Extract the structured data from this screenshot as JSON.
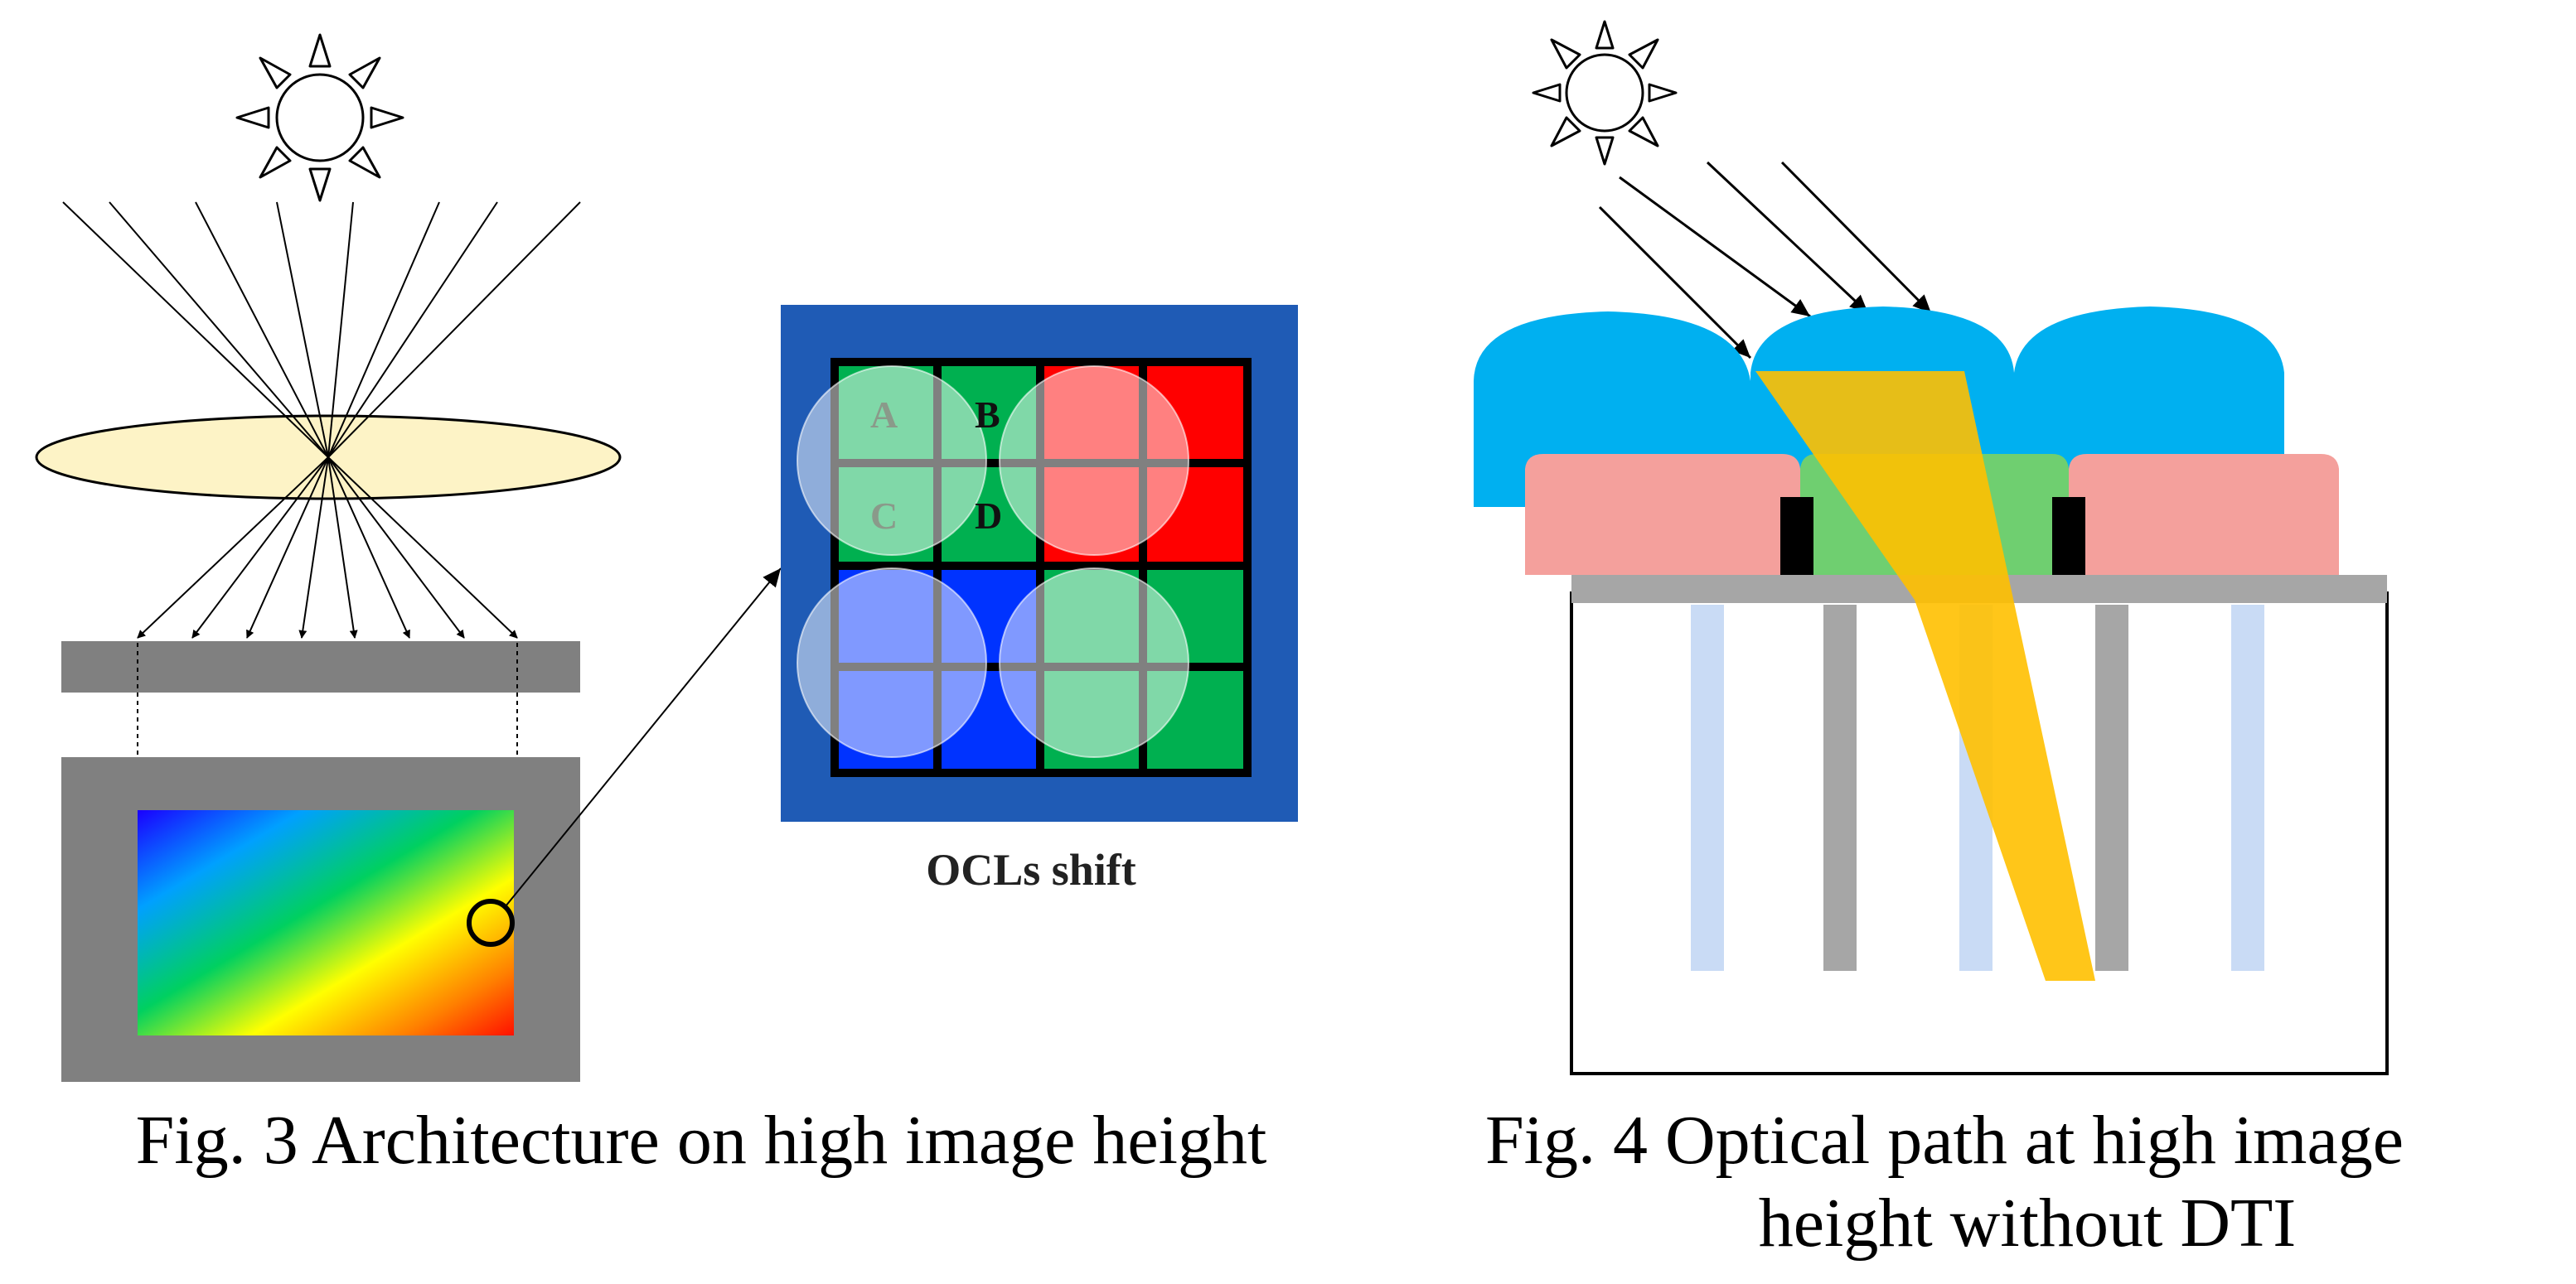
{
  "fig3": {
    "caption": "Fig. 3 Architecture on high image height",
    "grid_title": "OCLs shift",
    "cell_labels": [
      "A",
      "B",
      "C",
      "D"
    ]
  },
  "fig4": {
    "caption_line1": "Fig. 4 Optical path at high image",
    "caption_line2": "height without DTI"
  },
  "colors": {
    "microlens_blue": "#00b0f0",
    "filter_pink": "#f4a09c",
    "filter_green": "#6fcf70",
    "light_path": "#ffc000",
    "lens_fill": "#fdf3c6",
    "grid_border": "#1f5bb5",
    "pixel_red": "#ff0000",
    "pixel_green": "#00b050",
    "pixel_blue": "#0033ff",
    "structure_gray": "#808080"
  },
  "icons": [
    "sun-icon",
    "sun-icon"
  ]
}
